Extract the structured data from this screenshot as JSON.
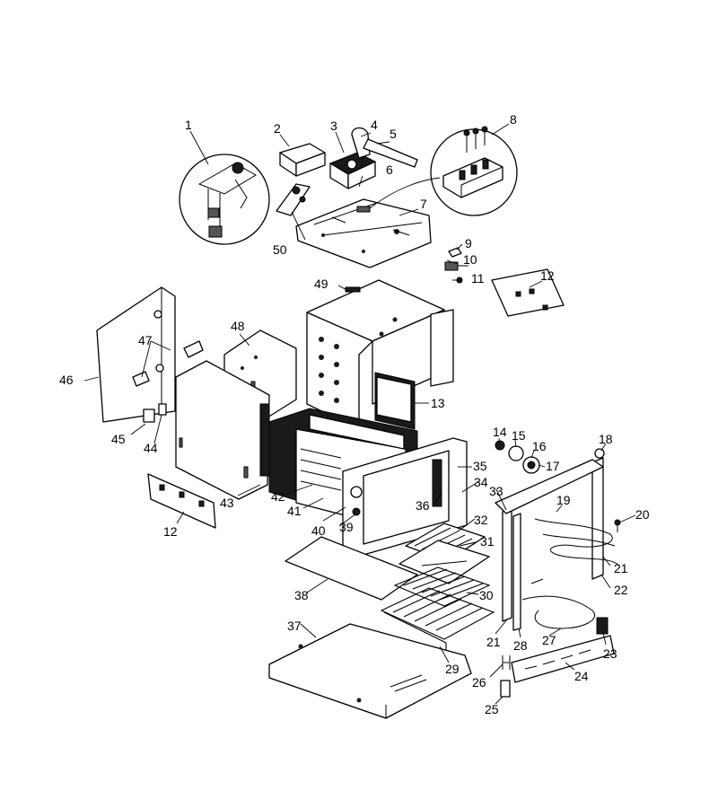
{
  "callouts": [
    {
      "id": "1",
      "text": "1"
    },
    {
      "id": "2",
      "text": "2"
    },
    {
      "id": "3",
      "text": "3"
    },
    {
      "id": "4",
      "text": "4"
    },
    {
      "id": "5",
      "text": "5"
    },
    {
      "id": "6",
      "text": "6"
    },
    {
      "id": "7",
      "text": "7"
    },
    {
      "id": "8",
      "text": "8"
    },
    {
      "id": "9",
      "text": "9"
    },
    {
      "id": "10",
      "text": "10"
    },
    {
      "id": "11",
      "text": "11"
    },
    {
      "id": "12a",
      "text": "12"
    },
    {
      "id": "12b",
      "text": "12"
    },
    {
      "id": "13",
      "text": "13"
    },
    {
      "id": "14",
      "text": "14"
    },
    {
      "id": "15",
      "text": "15"
    },
    {
      "id": "16",
      "text": "16"
    },
    {
      "id": "17",
      "text": "17"
    },
    {
      "id": "18",
      "text": "18"
    },
    {
      "id": "19",
      "text": "19"
    },
    {
      "id": "20",
      "text": "20"
    },
    {
      "id": "21a",
      "text": "21"
    },
    {
      "id": "21b",
      "text": "21"
    },
    {
      "id": "22",
      "text": "22"
    },
    {
      "id": "23",
      "text": "23"
    },
    {
      "id": "24",
      "text": "24"
    },
    {
      "id": "25",
      "text": "25"
    },
    {
      "id": "26",
      "text": "26"
    },
    {
      "id": "27",
      "text": "27"
    },
    {
      "id": "28",
      "text": "28"
    },
    {
      "id": "29",
      "text": "29"
    },
    {
      "id": "30",
      "text": "30"
    },
    {
      "id": "31",
      "text": "31"
    },
    {
      "id": "32",
      "text": "32"
    },
    {
      "id": "33",
      "text": "33"
    },
    {
      "id": "34",
      "text": "34"
    },
    {
      "id": "35",
      "text": "35"
    },
    {
      "id": "36",
      "text": "36"
    },
    {
      "id": "37",
      "text": "37"
    },
    {
      "id": "38",
      "text": "38"
    },
    {
      "id": "39",
      "text": "39"
    },
    {
      "id": "40",
      "text": "40"
    },
    {
      "id": "41",
      "text": "41"
    },
    {
      "id": "42",
      "text": "42"
    },
    {
      "id": "43",
      "text": "43"
    },
    {
      "id": "44",
      "text": "44"
    },
    {
      "id": "45",
      "text": "45"
    },
    {
      "id": "46",
      "text": "46"
    },
    {
      "id": "47",
      "text": "47"
    },
    {
      "id": "48",
      "text": "48"
    },
    {
      "id": "49",
      "text": "49"
    },
    {
      "id": "50",
      "text": "50"
    }
  ]
}
